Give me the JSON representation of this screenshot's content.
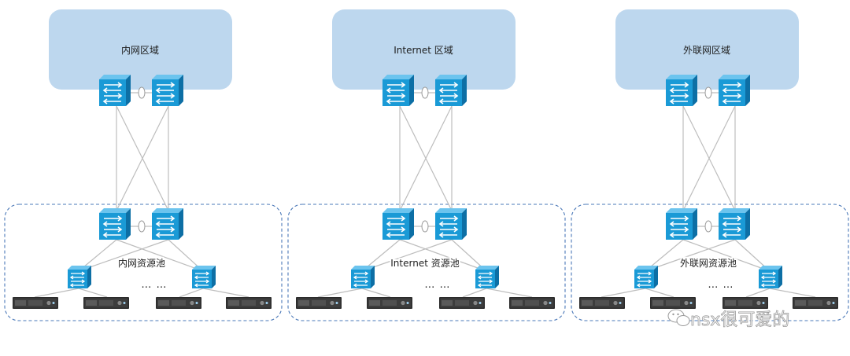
{
  "regions": [
    {
      "zone_label": "内网区域",
      "pool_label": "内网资源池",
      "ellipsis": "… …"
    },
    {
      "zone_label": "Internet 区域",
      "pool_label": "Internet 资源池",
      "ellipsis": "… …"
    },
    {
      "zone_label": "外联网区域",
      "pool_label": "外联网资源池",
      "ellipsis": "… …"
    }
  ],
  "watermark": {
    "text": "nsx很可爱的",
    "icon": "wechat-icon"
  },
  "colors": {
    "zone_fill": "#bdd7ee",
    "switch_face": "#1a9ad6",
    "switch_dark": "#0d6fa5",
    "pool_border": "#4a78b8",
    "link_line": "#bdbdbd",
    "server_body": "#2b2b2b"
  },
  "icons": {
    "core_switch": "core-switch-icon",
    "access_switch": "access-switch-icon",
    "server": "server-icon",
    "link_aggregation": "link-aggregation-icon"
  }
}
